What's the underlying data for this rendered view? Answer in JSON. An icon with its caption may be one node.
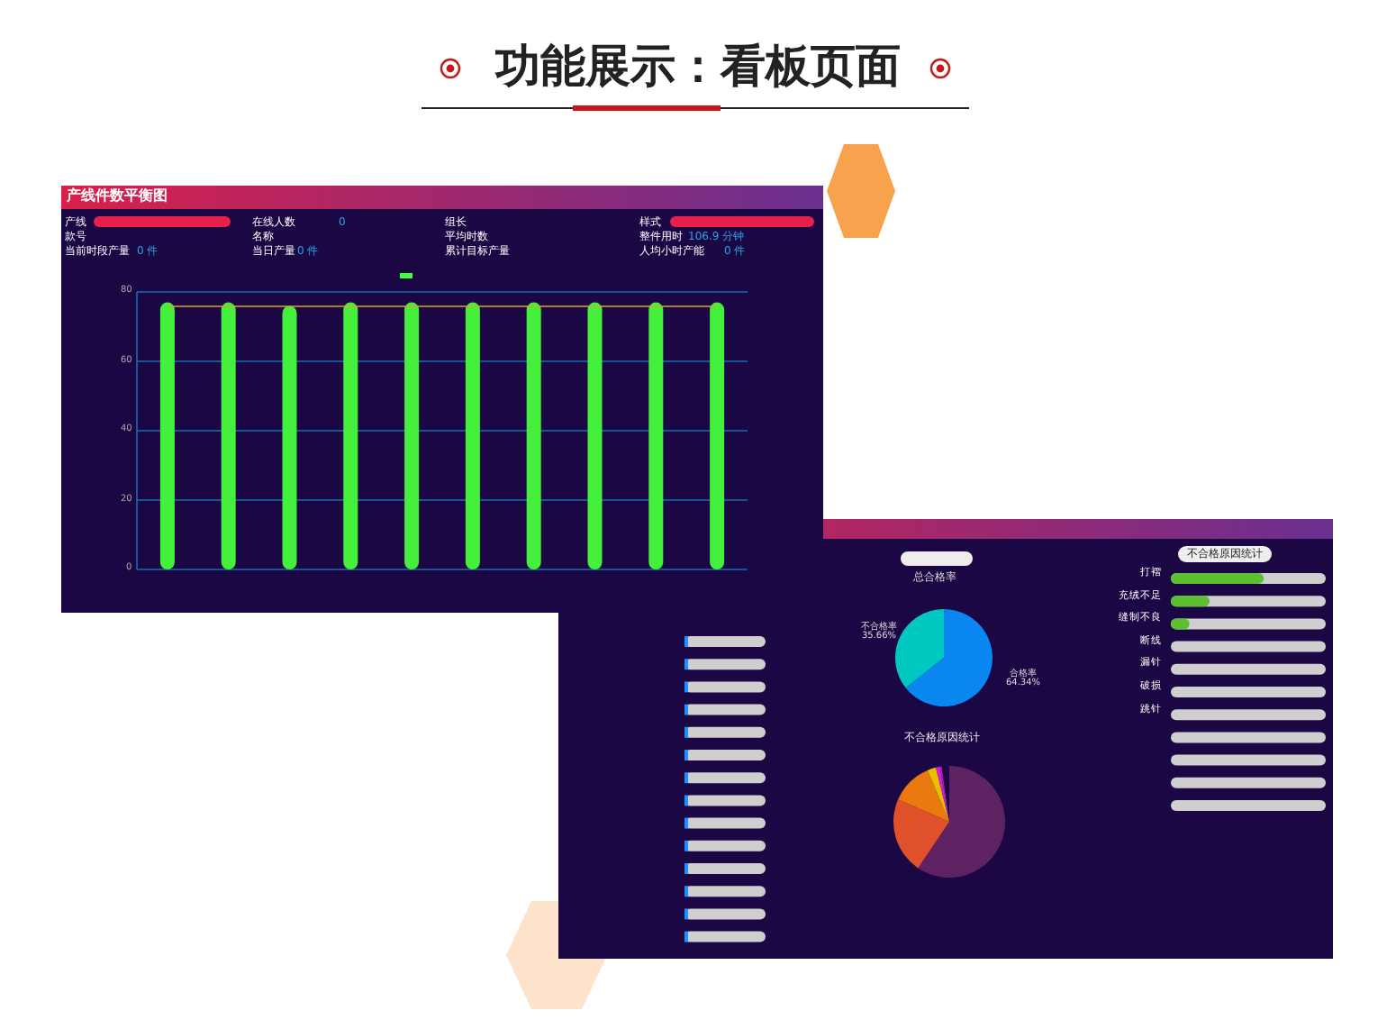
{
  "diagram": {
    "title": "功能展示：看板页面",
    "labels": [
      "产线件数平衡图",
      "产线",
      "在线人数",
      "0",
      "组长",
      "样式",
      "款号",
      "名称",
      "平均时数",
      "整件用时",
      "106.9 分钟",
      "当前时段产量",
      "0 件",
      "当日产量",
      "0 件",
      "累计目标产量",
      "人均小时产能",
      "0 件",
      "总合格率",
      "不合格原因统计",
      "不合格率 35.66%",
      "合格率 64.34%",
      "不合格原因统计",
      "打褶",
      "充绒不足",
      "缝制不良",
      "断线",
      "漏针",
      "破损",
      "跳针"
    ],
    "chart_data": {
      "type": "bar",
      "values": [
        77,
        77,
        76,
        77,
        77,
        77,
        77,
        77,
        77,
        77
      ],
      "ylim": [
        0,
        80
      ],
      "grid": true,
      "yticks": [
        0,
        20,
        40,
        60,
        80
      ]
    }
  }
}
